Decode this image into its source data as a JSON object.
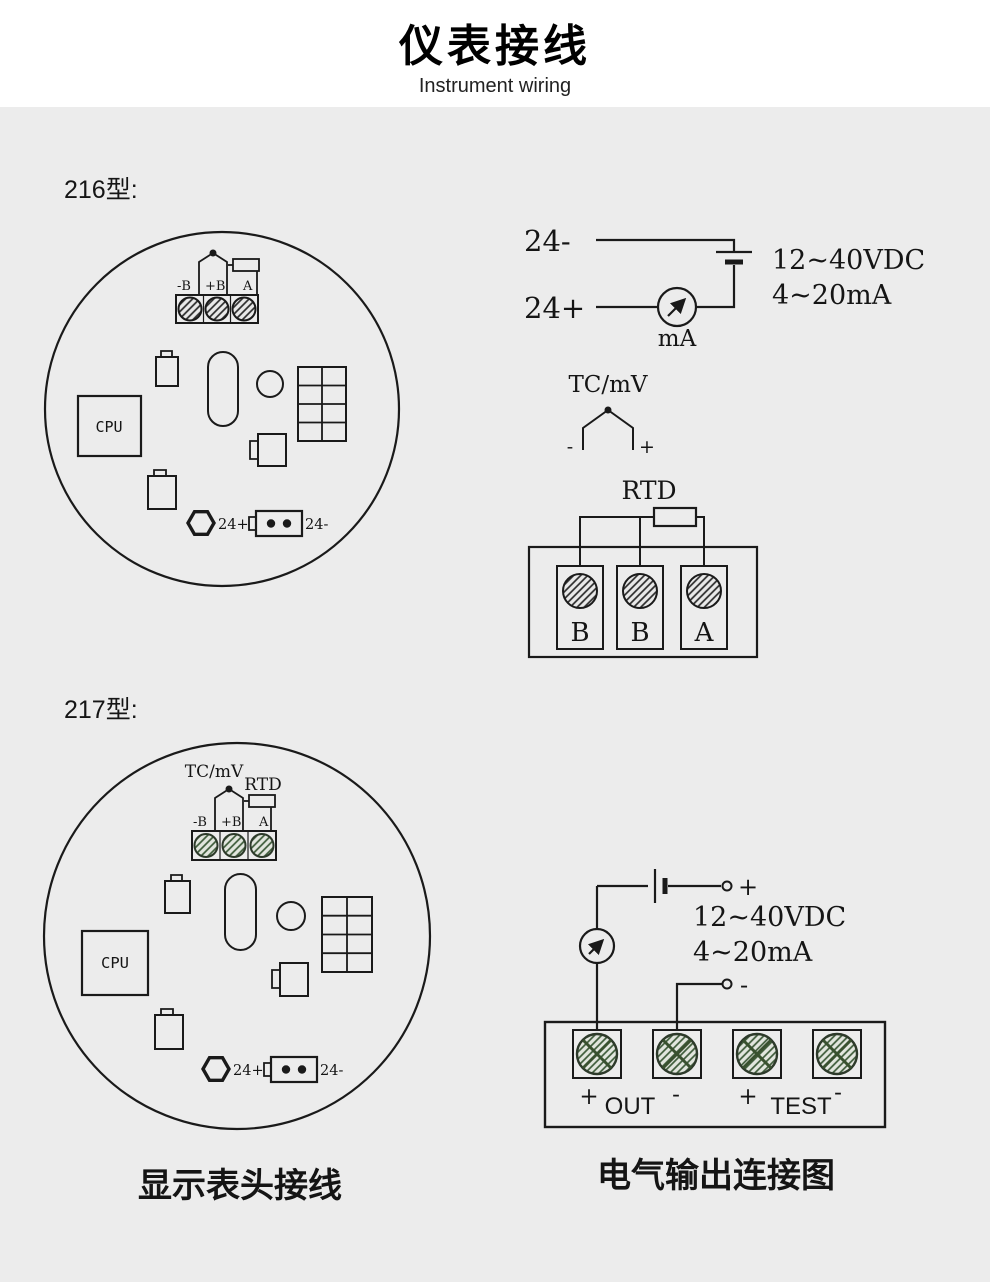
{
  "colors": {
    "page_bg": "#ececec",
    "banner_bg": "#ffffff",
    "ink": "#1a1a1a",
    "terminal_green": "#39512f"
  },
  "header": {
    "title": "仪表接线",
    "subtitle": "Instrument wiring"
  },
  "section_216": {
    "label": "216型:",
    "board": {
      "cpu_label": "CPU",
      "mark_minus_b": "-B",
      "mark_plus_b": "+B",
      "mark_a": "A",
      "power_plus": "24+",
      "power_minus": "24-"
    },
    "loop": {
      "terminal_neg": "24-",
      "terminal_pos": "24+",
      "meter_label": "mA",
      "spec_line1": "12~40VDC",
      "spec_line2": "4~20mA"
    },
    "tc_input": {
      "label": "TC/mV",
      "minus": "-",
      "plus": "+"
    },
    "rtd_input": {
      "label": "RTD",
      "terminal1": "B",
      "terminal2": "B",
      "terminal3": "A"
    }
  },
  "section_217": {
    "label": "217型:",
    "board": {
      "tc_label": "TC/mV",
      "rtd_label": "RTD",
      "cpu_label": "CPU",
      "mark_minus_b": "-B",
      "mark_plus_b": "+B",
      "mark_a": "A",
      "power_plus": "24+",
      "power_minus": "24-"
    },
    "output": {
      "terminal_pos": "+",
      "terminal_neg": "-",
      "spec_line1": "12~40VDC",
      "spec_line2": "4~20mA",
      "out_plus": "+",
      "out_label": "OUT",
      "out_minus": "-",
      "test_plus": "+",
      "test_label": "TEST",
      "test_minus": "-"
    }
  },
  "captions": {
    "display_head": "显示表头接线",
    "electrical_output": "电气输出连接图"
  }
}
